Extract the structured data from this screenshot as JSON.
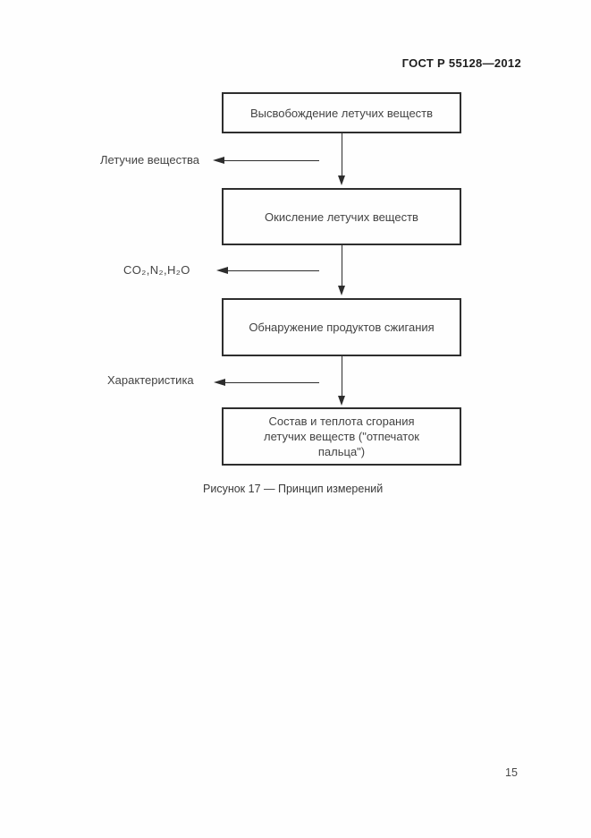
{
  "page": {
    "header": "ГОСТ Р 55128—2012",
    "caption": "Рисунок 17 — Принцип измерений",
    "page_number": "15"
  },
  "flowchart": {
    "boxes": [
      {
        "label": "Высвобождение летучих веществ"
      },
      {
        "label": "Окисление летучих веществ"
      },
      {
        "label": "Обнаружение продуктов сжигания"
      },
      {
        "label": "Состав и теплота сгорания летучих веществ (\"отпечаток пальца\")"
      }
    ],
    "side_labels": [
      {
        "label": "Летучие вещества"
      },
      {
        "label": "CO₂,N₂,H₂O"
      },
      {
        "label": "Характеристика"
      }
    ],
    "arrow_color": "#2d2d2d"
  }
}
